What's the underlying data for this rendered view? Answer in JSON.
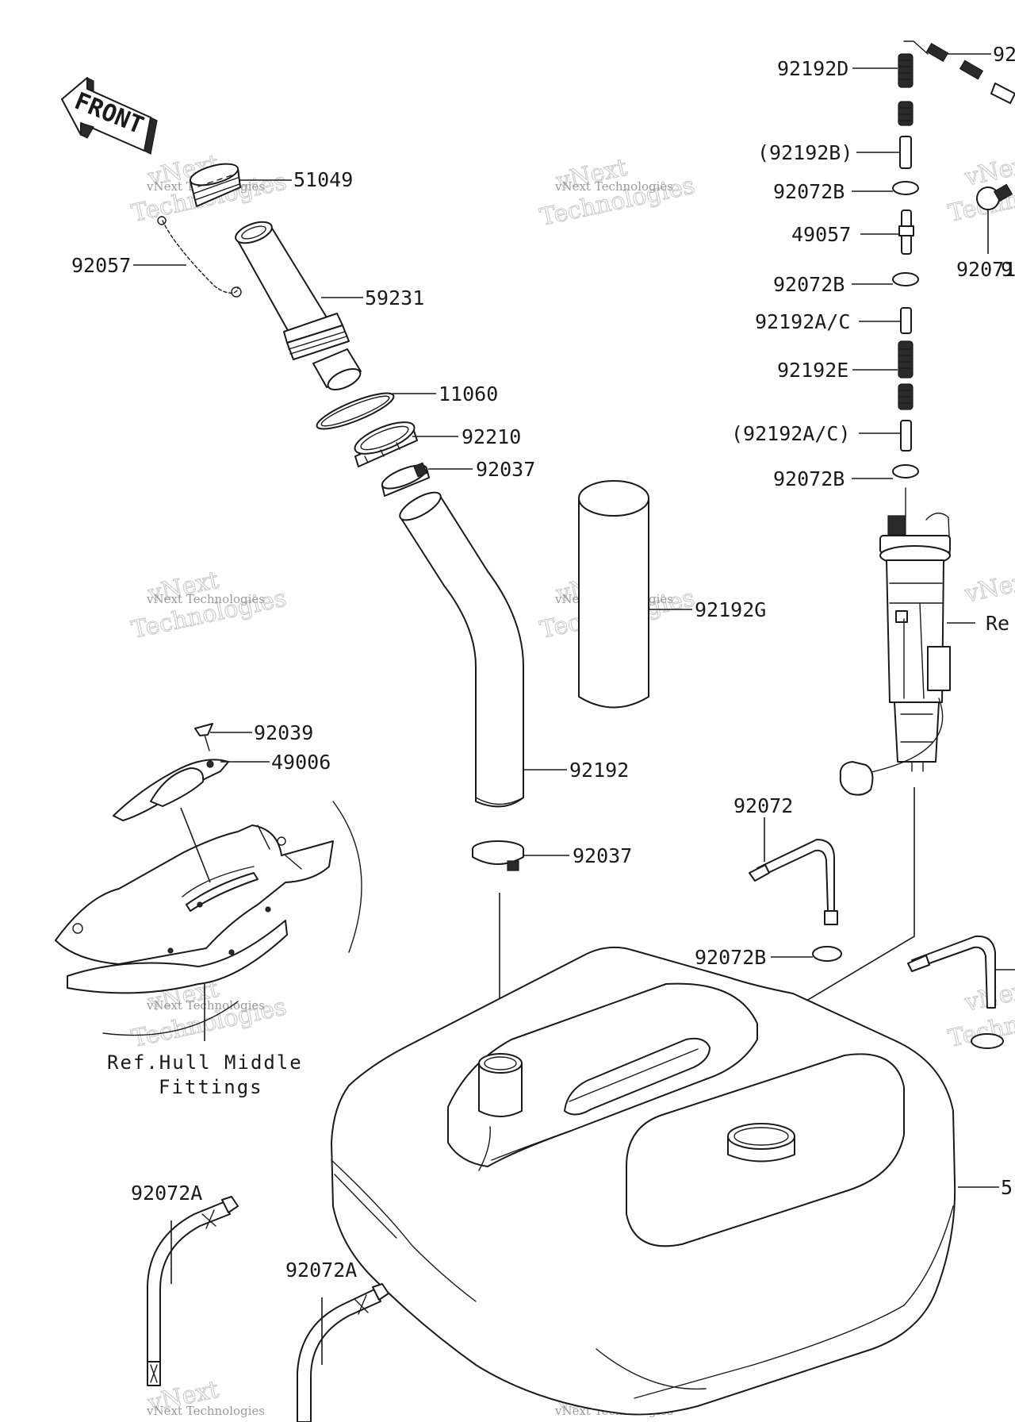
{
  "front_arrow": {
    "label": "FRONT"
  },
  "watermark": {
    "line1": "vNext",
    "line2": "vNext Technologies",
    "line3": "Technologies"
  },
  "labels": {
    "p92192D": "92192D",
    "p92top": "92",
    "p92192B_paren": "(92192B)",
    "p92072B_1": "92072B",
    "p49057": "49057",
    "p92072B_2": "92072B",
    "p92192AC": "92192A/C",
    "p92192E": "92192E",
    "p92192AC_paren": "(92192A/C)",
    "p92072B_3": "92072B",
    "p9_right": "9",
    "p92071": "92071",
    "pRe": "Re",
    "p51049": "51049",
    "p92057": "92057",
    "p59231": "59231",
    "p11060": "11060",
    "p92210": "92210",
    "p92037_1": "92037",
    "p92192G": "92192G",
    "p92039": "92039",
    "p49006": "49006",
    "p92192": "92192",
    "p92037_2": "92037",
    "p92072": "92072",
    "p92072B_4": "92072B",
    "p5_right": "5",
    "p92072A_1": "92072A",
    "p92072A_2": "92072A"
  },
  "reference_note": {
    "line1": "Ref.Hull Middle",
    "line2": "Fittings"
  }
}
